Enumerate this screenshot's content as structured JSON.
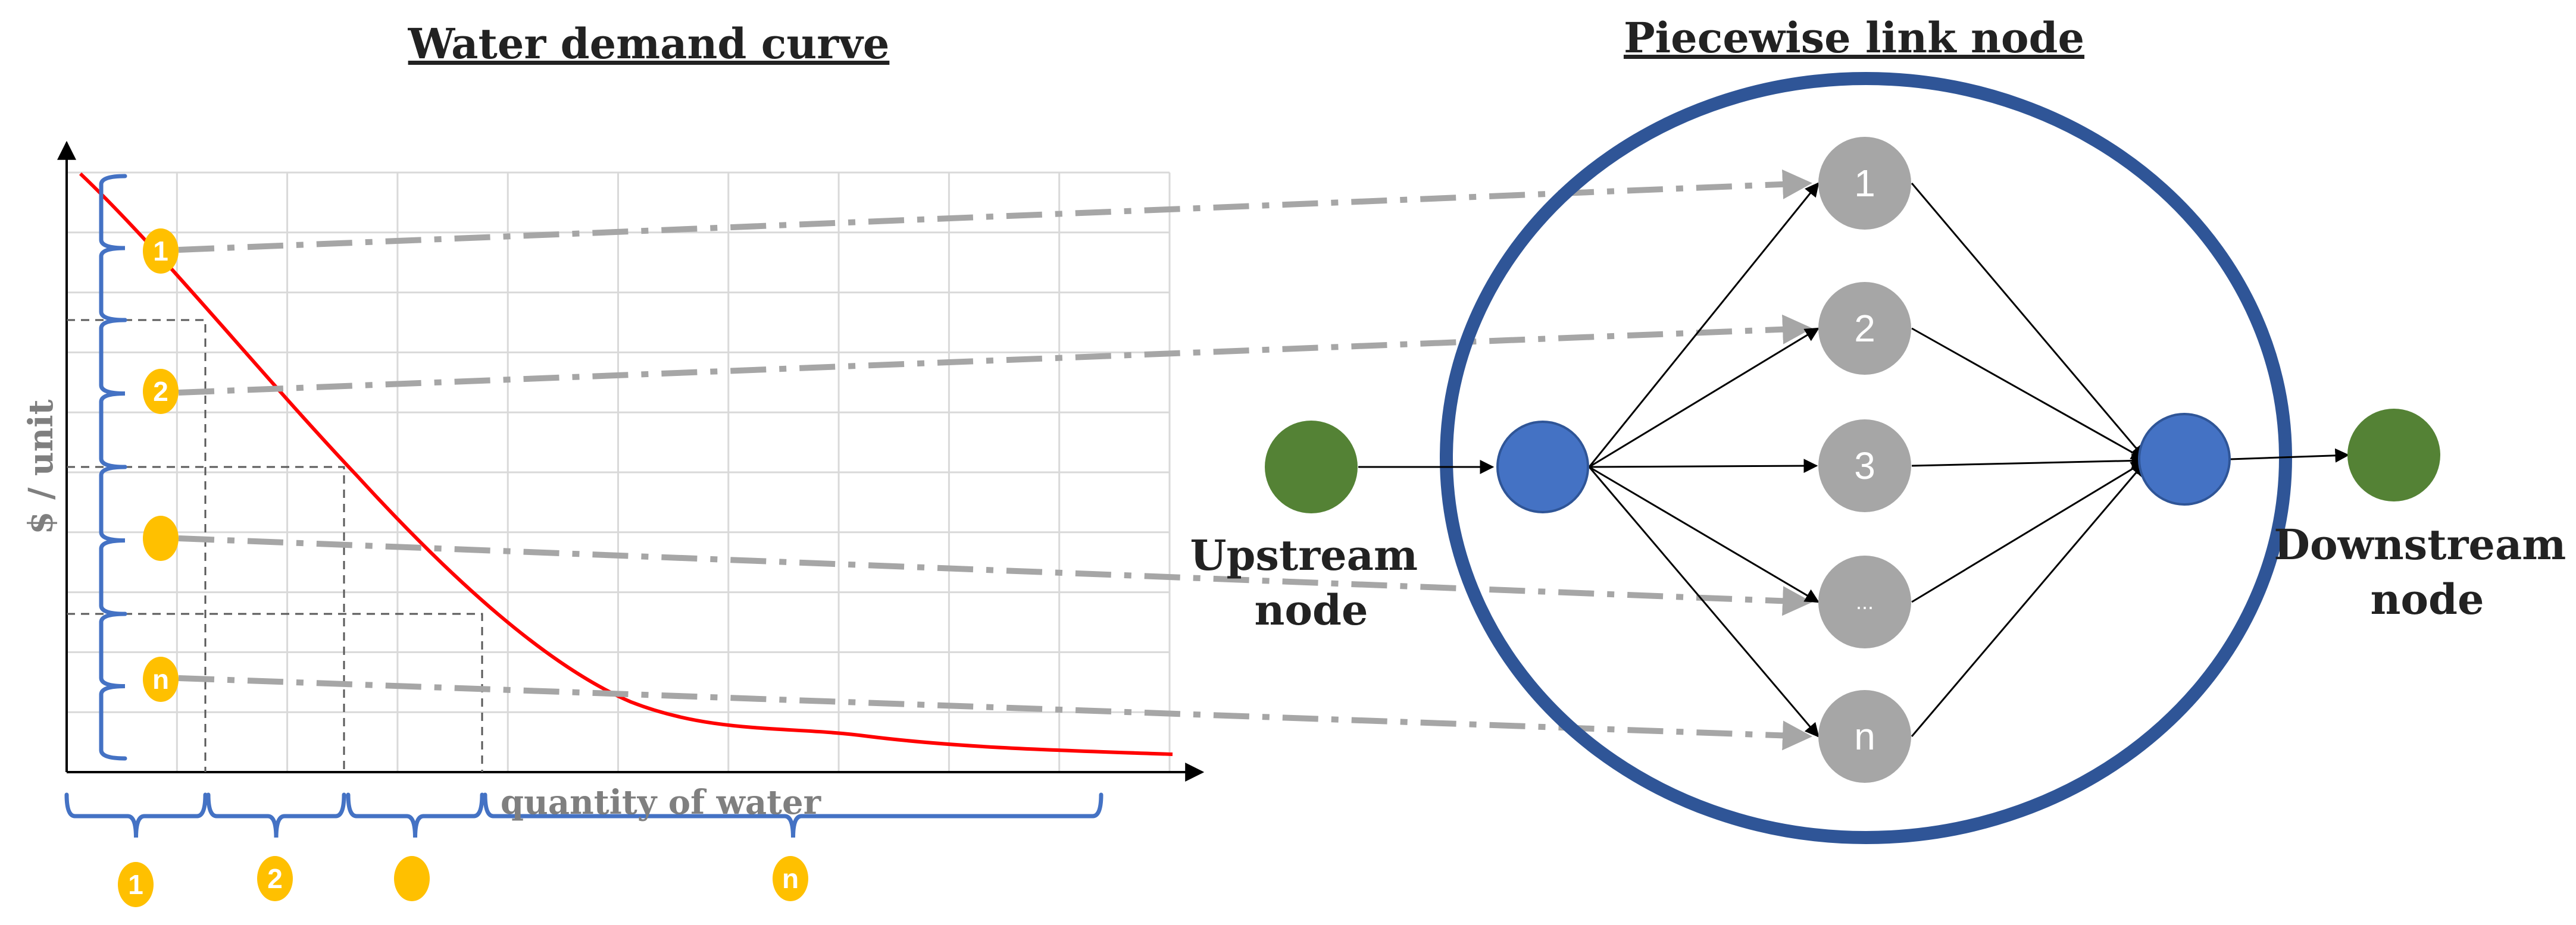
{
  "demand_chart": {
    "title": "Water demand curve",
    "ylabel": "$ / unit",
    "xlabel": "quantity of water",
    "price_badges": [
      "1",
      "2",
      "",
      "n"
    ],
    "quantity_badges": [
      "1",
      "2",
      "",
      "n"
    ],
    "colors": {
      "curve": "#ff0000",
      "brace": "#4472c4",
      "badge": "#ffc000",
      "grid": "#d9d9d9"
    }
  },
  "link_node": {
    "title": "Piecewise link node",
    "upstream_label": [
      "Upstream",
      "node"
    ],
    "downstream_label": [
      "Downstream",
      "node"
    ],
    "piece_nodes": [
      "1",
      "2",
      "3",
      "...",
      "n"
    ],
    "colors": {
      "ring": "#2f5597",
      "piece": "#a6a6a6",
      "link": "#4472c4",
      "endpoint": "#548235"
    }
  }
}
